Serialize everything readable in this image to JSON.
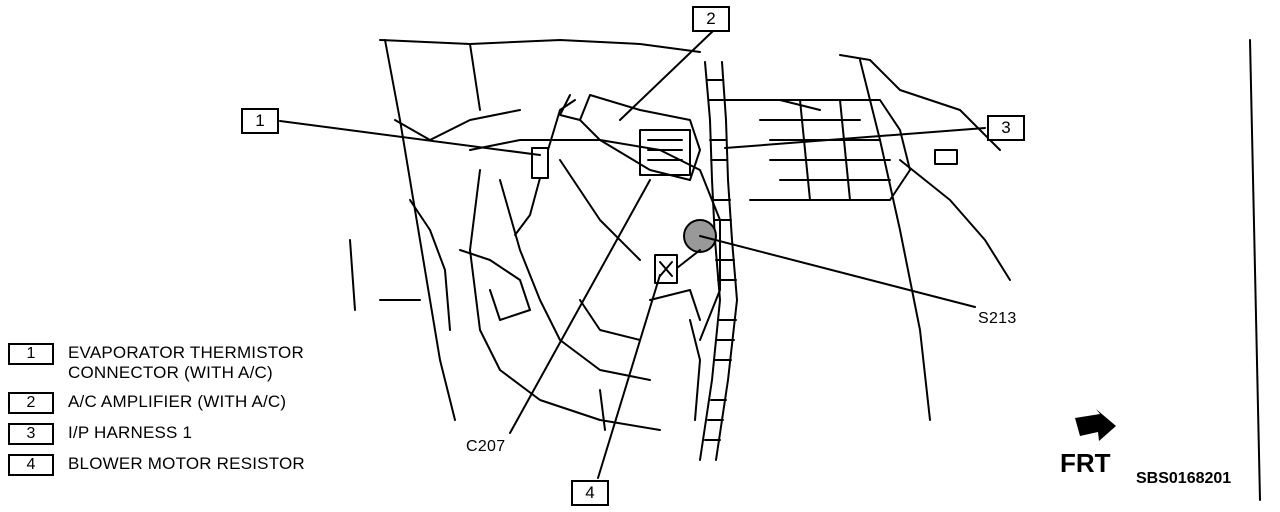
{
  "callouts": [
    {
      "number": "1"
    },
    {
      "number": "2"
    },
    {
      "number": "3"
    },
    {
      "number": "4"
    }
  ],
  "labels": {
    "splice": "S213",
    "connector": "C207"
  },
  "legend": [
    {
      "number": "1",
      "text": "EVAPORATOR THERMISTOR\nCONNECTOR (WITH A/C)"
    },
    {
      "number": "2",
      "text": "A/C AMPLIFIER (WITH A/C)"
    },
    {
      "number": "3",
      "text": "I/P HARNESS 1"
    },
    {
      "number": "4",
      "text": "BLOWER MOTOR RESISTOR"
    }
  ],
  "direction": {
    "label": "FRT",
    "icon": "front-arrow-icon"
  },
  "figure_code": "SBS0168201"
}
